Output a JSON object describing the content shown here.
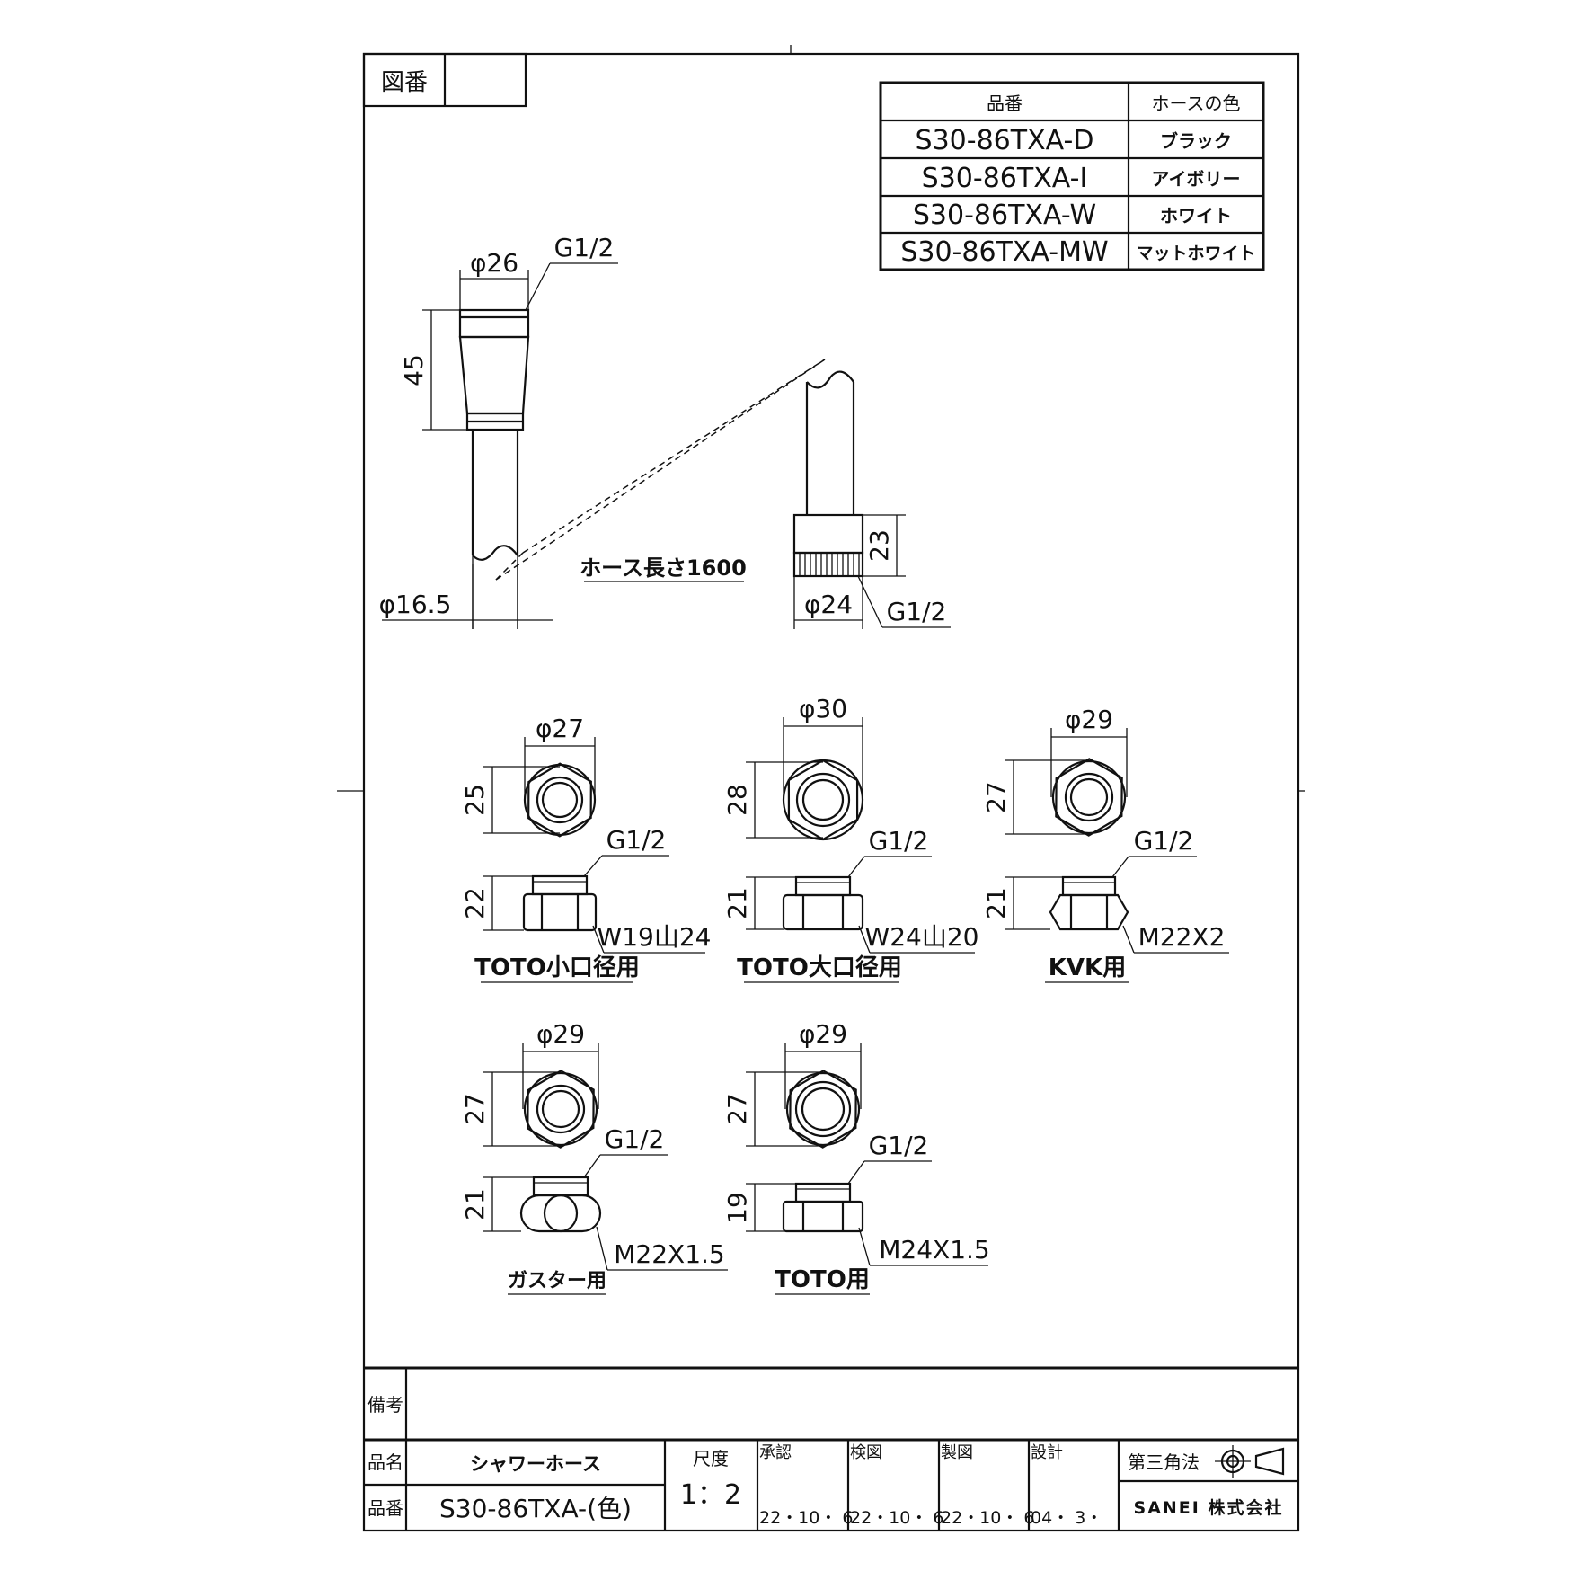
{
  "drawing_number_label": "図番",
  "color_table": {
    "headers": {
      "part_no": "品番",
      "hose_color": "ホースの色"
    },
    "rows": [
      {
        "part_no": "S30-86TXA-D",
        "color": "ブラック"
      },
      {
        "part_no": "S30-86TXA-I",
        "color": "アイボリー"
      },
      {
        "part_no": "S30-86TXA-W",
        "color": "ホワイト"
      },
      {
        "part_no": "S30-86TXA-MW",
        "color": "マットホワイト"
      }
    ]
  },
  "hose_view": {
    "top_dia": "φ26",
    "top_thread": "G1/2",
    "top_length": "45",
    "hose_dia": "φ16.5",
    "hose_length": "ホース長さ1600",
    "bottom_length": "23",
    "bottom_dia": "φ24",
    "bottom_thread": "G1/2"
  },
  "adapters": [
    {
      "dia": "φ27",
      "height_top": "25",
      "thread": "G1/2",
      "height_side": "22",
      "spec": "W19山24",
      "name": "TOTO小口径用"
    },
    {
      "dia": "φ30",
      "height_top": "28",
      "thread": "G1/2",
      "height_side": "21",
      "spec": "W24山20",
      "name": "TOTO大口径用"
    },
    {
      "dia": "φ29",
      "height_top": "27",
      "thread": "G1/2",
      "height_side": "21",
      "spec": "M22X2",
      "name": "KVK用"
    },
    {
      "dia": "φ29",
      "height_top": "27",
      "thread": "G1/2",
      "height_side": "21",
      "spec": "M22X1.5",
      "name": "ガスター用"
    },
    {
      "dia": "φ29",
      "height_top": "27",
      "thread": "G1/2",
      "height_side": "19",
      "spec": "M24X1.5",
      "name": "TOTO用"
    }
  ],
  "title_block": {
    "remarks_label": "備考",
    "product_name_label": "品名",
    "product_name": "シャワーホース",
    "part_no_label": "品番",
    "part_no": "S30-86TXA-(色)",
    "scale_label": "尺度",
    "scale": "1：2",
    "approved_label": "承認",
    "approved_date": "22・10・ 6",
    "checked_label": "検図",
    "checked_date": "22・10・ 6",
    "drawn_label": "製図",
    "drawn_date": "22・10・ 6",
    "design_label": "設計",
    "design_date": "04・ 3・",
    "projection": "第三角法",
    "company": "SANEI 株式会社"
  }
}
